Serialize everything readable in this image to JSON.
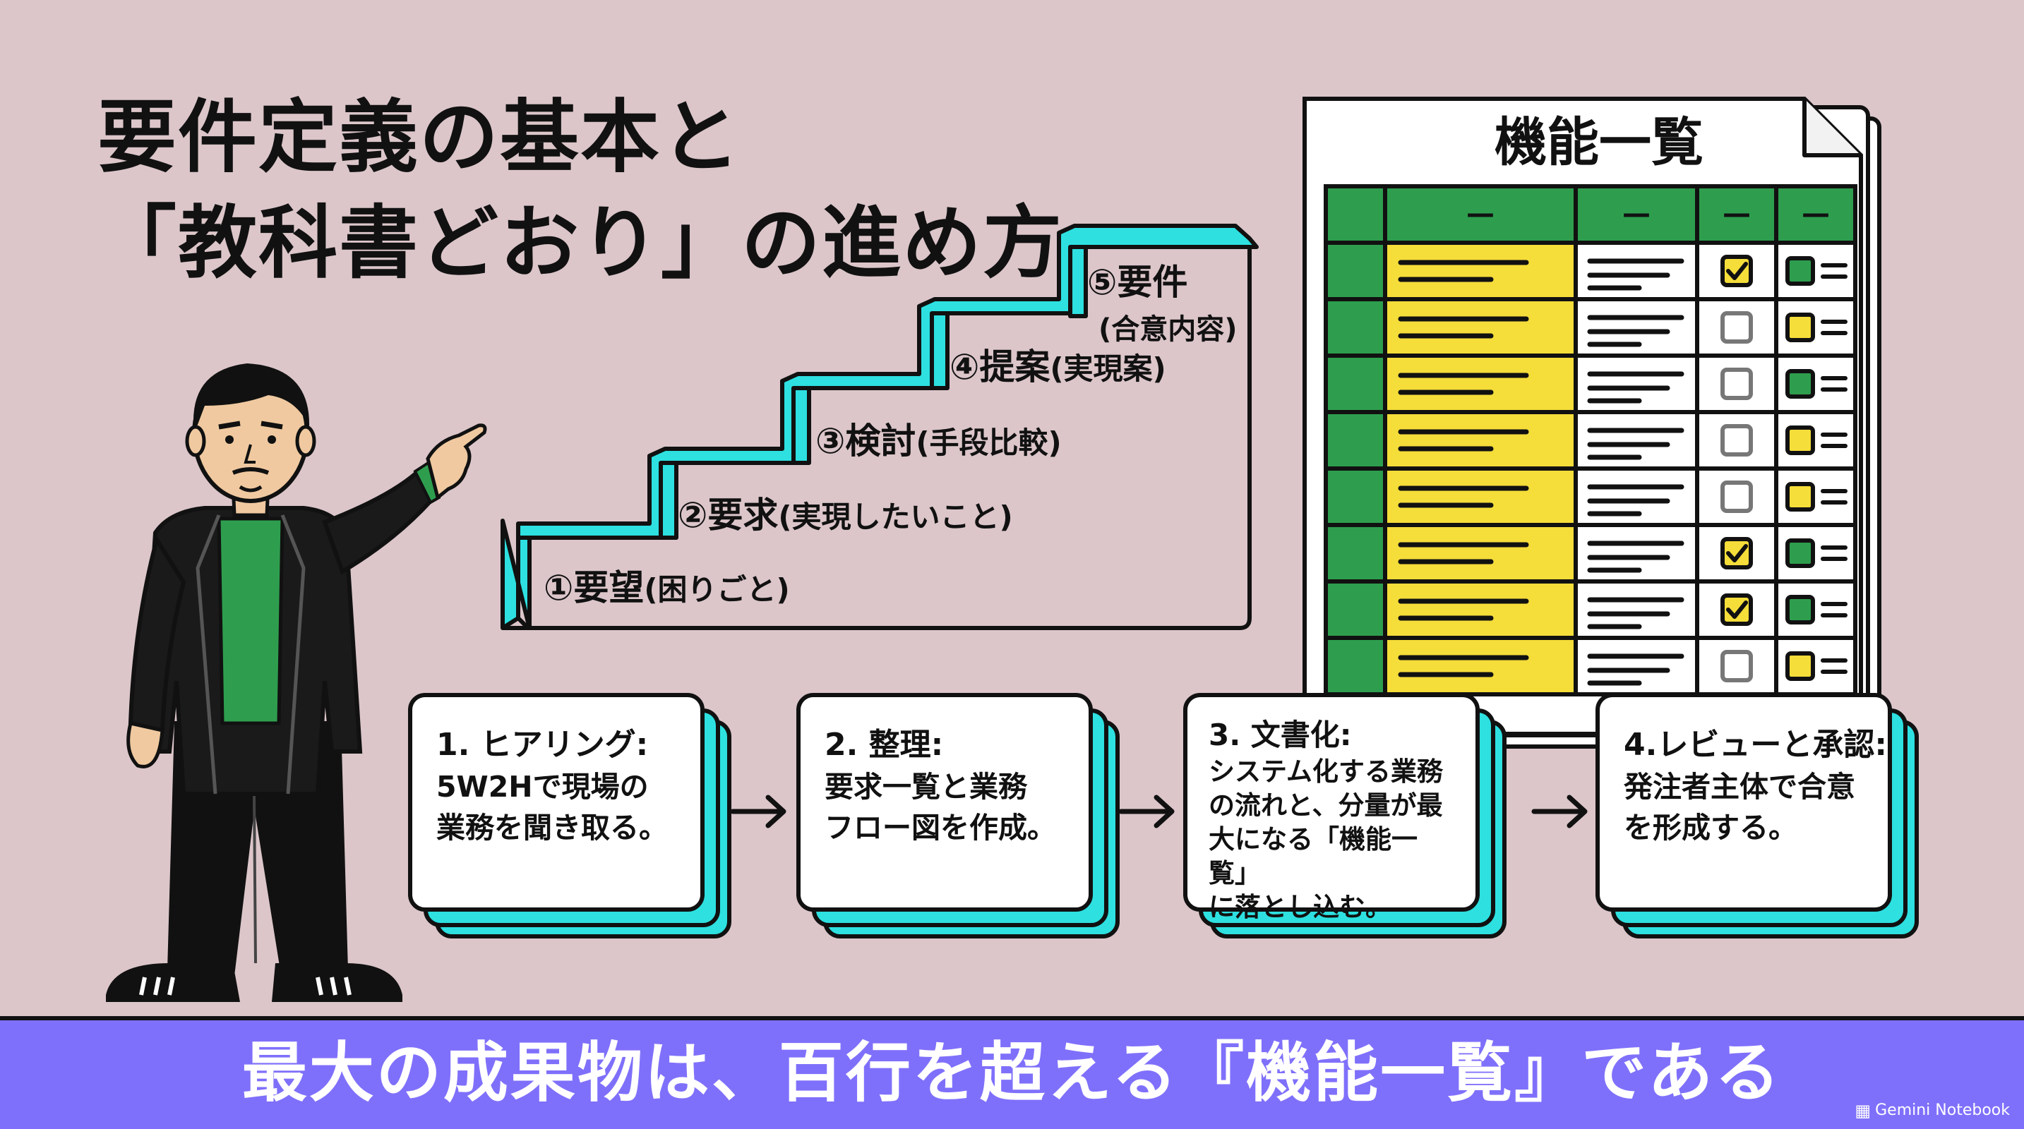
{
  "title": {
    "line1": "要件定義の基本と",
    "line2": "「教科書どおり」の進め方"
  },
  "staircase": [
    {
      "label": "①要望",
      "sub": "(困りごと)"
    },
    {
      "label": "②要求",
      "sub": "(実現したいこと)"
    },
    {
      "label": "③検討",
      "sub": "(手段比較)"
    },
    {
      "label": "④提案",
      "sub": "(実現案)"
    },
    {
      "label": "⑤要件",
      "sub": "(合意内容)"
    }
  ],
  "feature_list": {
    "title": "機能一覧",
    "header_marks": [
      "—",
      "—",
      "—",
      "—"
    ],
    "rows": [
      {
        "checked": true,
        "status_color": "#2e9e4e"
      },
      {
        "checked": false,
        "status_color": "#f5dd3a"
      },
      {
        "checked": false,
        "status_color": "#2e9e4e"
      },
      {
        "checked": false,
        "status_color": "#f5dd3a"
      },
      {
        "checked": false,
        "status_color": "#f5dd3a"
      },
      {
        "checked": true,
        "status_color": "#2e9e4e"
      },
      {
        "checked": true,
        "status_color": "#2e9e4e"
      },
      {
        "checked": false,
        "status_color": "#f5dd3a"
      }
    ]
  },
  "process": [
    {
      "title": "1. ヒアリング:",
      "body": "5W2Hで現場の\n業務を聞き取る。"
    },
    {
      "title": "2. 整理:",
      "body": "要求一覧と業務\nフロー図を作成。"
    },
    {
      "title": "3. 文書化:",
      "body": "システム化する業務\nの流れと、分量が最\n大になる「機能一覧」\nに落とし込む。"
    },
    {
      "title": "4.レビューと承認:",
      "body": "発注者主体で合意\nを形成する。"
    }
  ],
  "banner": {
    "text": "最大の成果物は、百行を超える『機能一覧』である"
  },
  "watermark": {
    "text": "Gemini Notebook",
    "icon": "notebook-icon"
  },
  "colors": {
    "background": "#dcc6ca",
    "accent_cyan": "#2ee0e0",
    "table_green": "#2e9e4e",
    "highlight_yellow": "#f5dd3a",
    "banner_purple": "#7f70fb"
  }
}
